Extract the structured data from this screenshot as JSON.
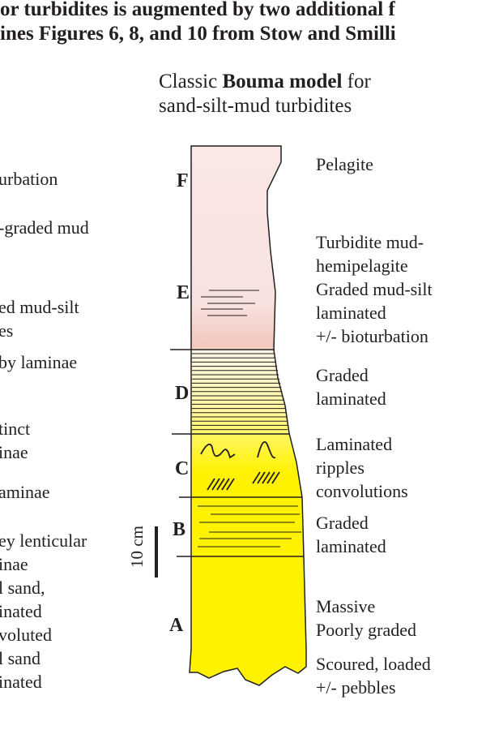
{
  "caption": {
    "line1": "or turbidites is augmented by two additional f",
    "line2": "ines Figures 6, 8, and 10 from Stow and Smilli"
  },
  "title": {
    "line1_prefix": "Classic ",
    "line1_bold": "Bouma model",
    "line1_suffix": " for",
    "line2": "sand-silt-mud turbidites"
  },
  "left_column": [
    "urbation",
    "-graded mud",
    "ed mud-silt",
    "es",
    "by laminae",
    "tinct",
    "inae",
    "aminae",
    "ey lenticular",
    "inae",
    "l sand,",
    "inated",
    "voluted",
    "l sand",
    "inated"
  ],
  "divisions": [
    {
      "letter": "F",
      "lines": [
        "Pelagite"
      ]
    },
    {
      "letter": "E",
      "lines": [
        "Turbidite mud-",
        "hemipelagite",
        "Graded mud-silt",
        "laminated",
        "+/- bioturbation"
      ]
    },
    {
      "letter": "D",
      "lines": [
        "Graded",
        "laminated"
      ]
    },
    {
      "letter": "C",
      "lines": [
        "Laminated",
        "ripples",
        "convolutions"
      ]
    },
    {
      "letter": "B",
      "lines": [
        "Graded",
        "laminated"
      ]
    },
    {
      "letter": "A",
      "lines": [
        "Massive",
        "Poorly graded",
        "Scoured, loaded",
        "+/- pebbles"
      ]
    }
  ],
  "scale_bar": {
    "label": "10 cm"
  },
  "colors": {
    "top": "#f9e8e6",
    "pink": "#f3c6bd",
    "yellow": "#fff200",
    "yellow_light": "#fff7a0",
    "outline": "#231f20"
  }
}
